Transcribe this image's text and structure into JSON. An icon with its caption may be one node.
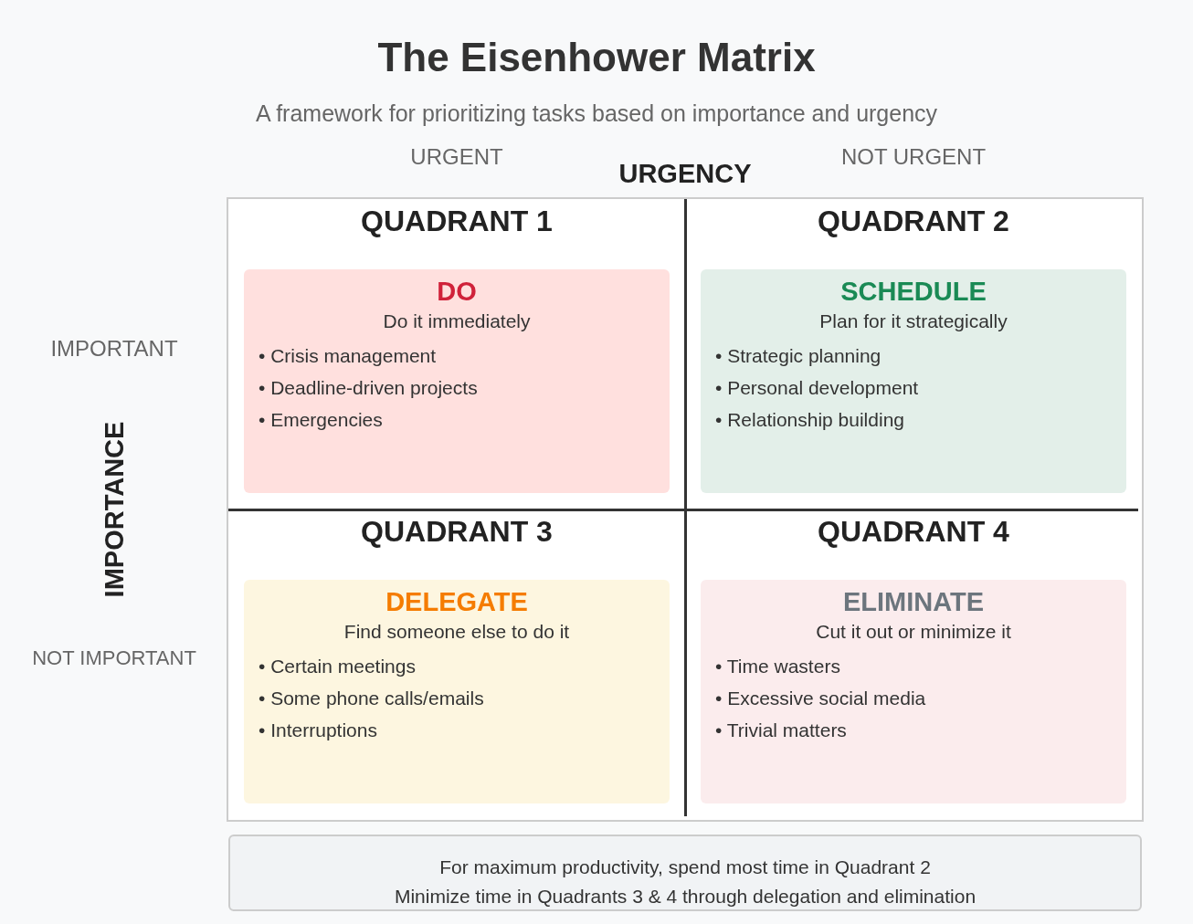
{
  "diagram": {
    "title": "The Eisenhower Matrix",
    "nodes": [
      {
        "text": [
          "QUADRANT 1"
        ]
      },
      {
        "text": [
          "DO",
          "Do it immediately",
          "• Crisis management",
          "• Deadline-driven projects",
          "• Emergencies"
        ],
        "in": 0
      },
      {
        "text": [
          "QUADRANT 2"
        ]
      },
      {
        "text": [
          "SCHEDULE",
          "Plan for it strategically",
          "• Strategic planning",
          "• Personal development",
          "• Relationship building"
        ],
        "in": 2
      },
      {
        "text": [
          "QUADRANT 3"
        ]
      },
      {
        "text": [
          "DELEGATE",
          "Find someone else to do it",
          "• Certain meetings",
          "• Some phone calls/emails",
          "• Interruptions"
        ],
        "in": 4
      },
      {
        "text": [
          "QUADRANT 4"
        ]
      },
      {
        "text": [
          "ELIMINATE",
          "Cut it out or minimize it",
          "• Time wasters",
          "• Excessive social media",
          "• Trivial matters"
        ],
        "in": 6
      },
      {
        "text": [
          "For maximum productivity, spend most time in Quadrant 2",
          "Minimize time in Quadrants 3 & 4 through delegation and elimination"
        ]
      }
    ],
    "labels": [
      "A framework for prioritizing tasks based on importance and urgency",
      "URGENT",
      "NOT URGENT",
      "URGENCY",
      "IMPORTANT",
      "IMPORTANCE",
      "NOT IMPORTANT"
    ]
  }
}
